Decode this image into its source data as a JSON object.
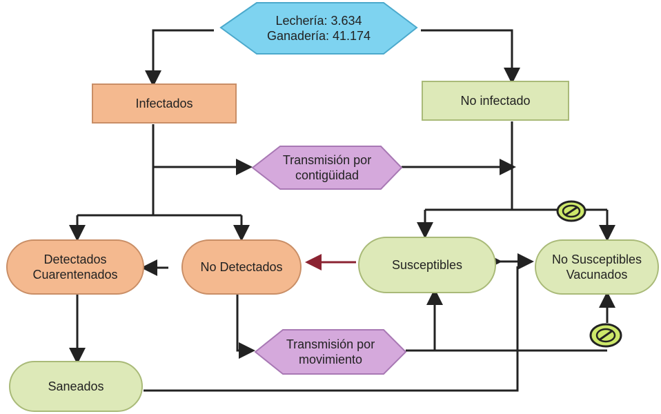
{
  "nodes": {
    "source": {
      "lines": [
        "Lechería: 3.634",
        "Ganadería: 41.174"
      ],
      "color": "#7ed3f0"
    },
    "infectados": {
      "label": "Infectados",
      "color": "#f4b98f"
    },
    "no_infectado": {
      "label": "No infectado",
      "color": "#dde9b8"
    },
    "transmision_contiguidad": {
      "lines": [
        "Transmisión por",
        "contigüidad"
      ],
      "color": "#d5a9dc"
    },
    "detectados": {
      "lines": [
        "Detectados",
        "Cuarentenados"
      ],
      "color": "#f4b98f"
    },
    "no_detectados": {
      "label": "No Detectados",
      "color": "#f4b98f"
    },
    "susceptibles": {
      "label": "Susceptibles",
      "color": "#dde9b8"
    },
    "no_susceptibles": {
      "lines": [
        "No Susceptibles",
        "Vacunados"
      ],
      "color": "#dde9b8"
    },
    "transmision_movimiento": {
      "lines": [
        "Transmisión por",
        "movimiento"
      ],
      "color": "#d5a9dc"
    },
    "saneados": {
      "label": "Saneados",
      "color": "#dde9b8"
    }
  },
  "connector_color": "#222222",
  "highlight_arrow_color": "#8b2332",
  "prohibition_badge": {
    "color": "#cde86a",
    "icon": "prohibition-icon"
  }
}
